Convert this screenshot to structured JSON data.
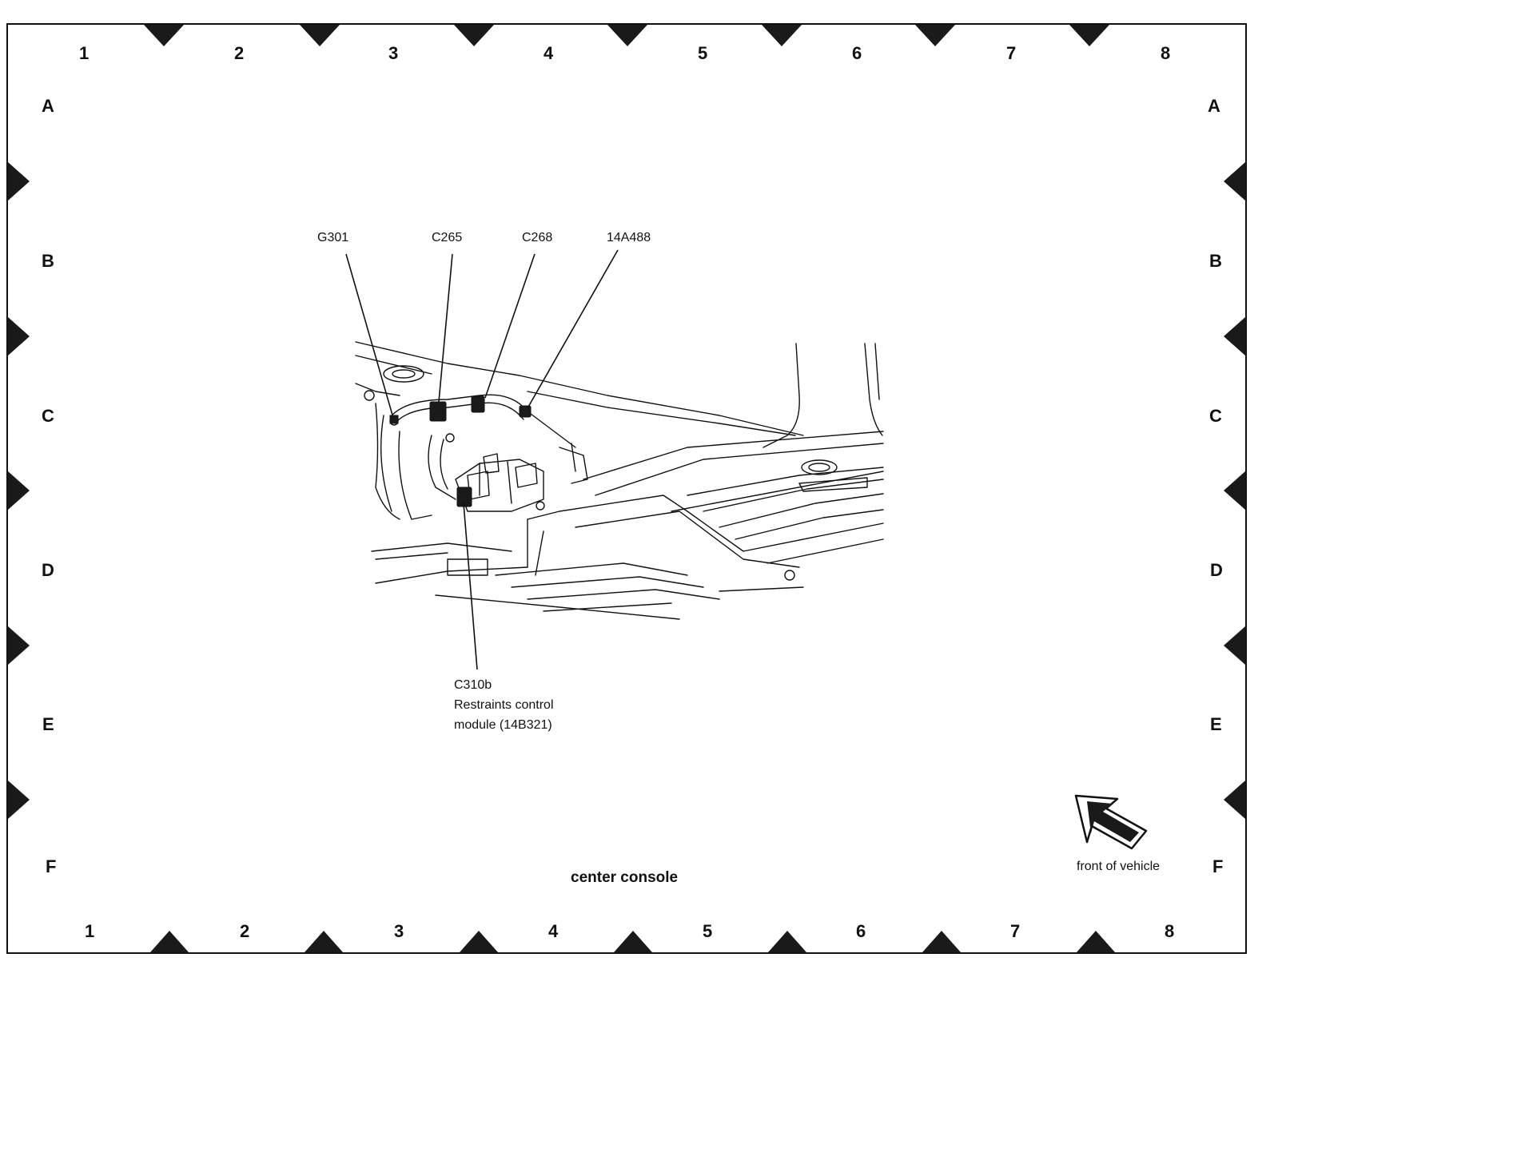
{
  "grid": {
    "columns": [
      "1",
      "2",
      "3",
      "4",
      "5",
      "6",
      "7",
      "8"
    ],
    "rows": [
      "A",
      "B",
      "C",
      "D",
      "E",
      "F"
    ]
  },
  "callouts": {
    "g301": "G301",
    "c265": "C265",
    "c268": "C268",
    "p14a488": "14A488",
    "c310b": "C310b",
    "rcm_line1": "Restraints control",
    "rcm_line2": "module (14B321)"
  },
  "title": "center console",
  "front_label": "front of vehicle",
  "colors": {
    "ink": "#111111",
    "fill": "#1a1a1a",
    "paper": "#ffffff"
  }
}
